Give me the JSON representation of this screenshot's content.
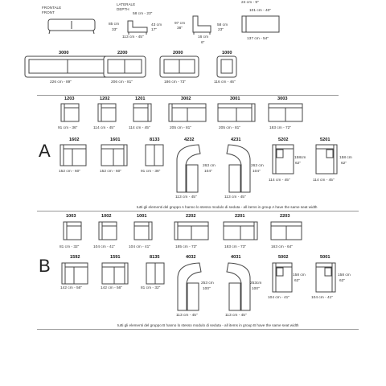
{
  "header": {
    "frontale": "FRONTALE",
    "front": "FRONT",
    "laterale": "LATERALE",
    "depth": "DEPTH",
    "d_58": "58 cm - 23\"",
    "d_85": "85 cm",
    "d_33": "33\"",
    "d_43": "43 cm",
    "d_17": "17\"",
    "d_113": "113 cm - 45\"",
    "d_97": "97 cm",
    "d_38": "38\"",
    "d_16": "16 cm",
    "d_6": "6\"",
    "d_58b": "58 cm",
    "d_23": "23\"",
    "d_24": "24 cm - 9\"",
    "d_101": "101 cm - 40\"",
    "d_137": "137 cm - 54\""
  },
  "sofas": [
    {
      "code": "3000",
      "dim": "226 cm - 89\""
    },
    {
      "code": "2200",
      "dim": "206 cm - 81\""
    },
    {
      "code": "2000",
      "dim": "186 cm - 73\""
    },
    {
      "code": "1000",
      "dim": "116 cm - 46\""
    }
  ],
  "groupA": {
    "letter": "A",
    "row1": [
      {
        "code": "1203",
        "dim": "91 cm - 36\""
      },
      {
        "code": "1202",
        "dim": "114 cm - 45\""
      },
      {
        "code": "1201",
        "dim": "114 cm - 45\""
      },
      {
        "code": "3002",
        "dim": "205 cm - 81\""
      },
      {
        "code": "3001",
        "dim": "205 cm - 81\""
      },
      {
        "code": "3003",
        "dim": "183 cm - 72\""
      }
    ],
    "row2": [
      {
        "code": "1602",
        "dim": "152 cm - 60\""
      },
      {
        "code": "1601",
        "dim": "152 cm - 60\""
      },
      {
        "code": "8133",
        "dim": "91 cm - 36\""
      },
      {
        "code": "4232",
        "dim": "113 cm - 45\"",
        "side": "263 cm",
        "side2": "104\""
      },
      {
        "code": "4231",
        "dim": "113 cm - 45\"",
        "side": "263 cm",
        "side2": "104\""
      },
      {
        "code": "5202",
        "dim": "114 cm - 45\"",
        "side": "158cm",
        "side2": "62\""
      },
      {
        "code": "5201",
        "dim": "114 cm - 45\"",
        "side": "158 cm",
        "side2": "62\""
      }
    ],
    "note": "tutti gli elementi  del gruppo A hanno lo stesso modulo di  seduta  -  all items in group A have the same seat width"
  },
  "groupB": {
    "letter": "B",
    "row1": [
      {
        "code": "1003",
        "dim": "81 cm - 32\""
      },
      {
        "code": "1002",
        "dim": "104 cm - 41\""
      },
      {
        "code": "1001",
        "dim": "104 cm - 41\""
      },
      {
        "code": "2202",
        "dim": "185 cm - 73\""
      },
      {
        "code": "2201",
        "dim": "183 cm - 73\""
      },
      {
        "code": "2203",
        "dim": "163 cm - 64\""
      }
    ],
    "row2": [
      {
        "code": "1592",
        "dim": "142 cm - 56\""
      },
      {
        "code": "1591",
        "dim": "142 cm - 56\""
      },
      {
        "code": "8135",
        "dim": "81 cm - 32\""
      },
      {
        "code": "4032",
        "dim": "113 cm - 45\"",
        "side": "253 cm",
        "side2": "100\""
      },
      {
        "code": "4031",
        "dim": "113 cm - 45\"",
        "side": "253cm",
        "side2": "100\""
      },
      {
        "code": "5002",
        "dim": "104 cm - 41\"",
        "side": "158 cm",
        "side2": "62\""
      },
      {
        "code": "5001",
        "dim": "104 cm - 41\"",
        "side": "158 cm",
        "side2": "62\""
      }
    ],
    "note": "tutti gli elementi  del gruppo B hanno lo stesso modulo di  seduta  -  all items in group B have the same seat width"
  }
}
